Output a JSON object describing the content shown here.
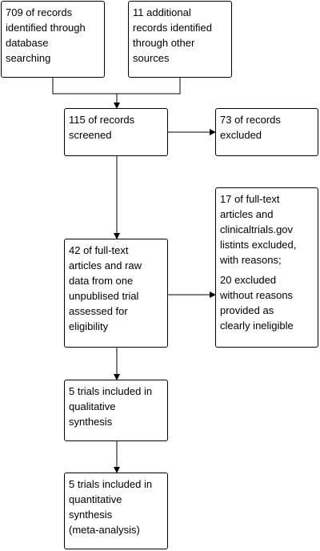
{
  "boxes": {
    "database_records": "709 of records\nidentified through\ndatabase\nsearching",
    "other_records": "11 additional\nrecords identified\nthrough other\nsources",
    "screened": "115 of records\nscreened",
    "excluded": "73 of records\nexcluded",
    "full_text_assessed": "42 of full-text\narticles and raw\ndata from one\nunpublised trial\nassessed for\neligibility",
    "full_text_excluded": {
      "reason_1": "17 of full-text\narticles and\nclinicaltrials.gov\nlistints excluded,\nwith reasons;",
      "reason_2": "20 excluded\nwithout reasons\nprovided as\nclearly ineligible"
    },
    "qualitative": "5 trials included in\nqualitative\nsynthesis",
    "quantitative": "5 trials included in\nquantitative\nsynthesis\n(meta-analysis)"
  }
}
